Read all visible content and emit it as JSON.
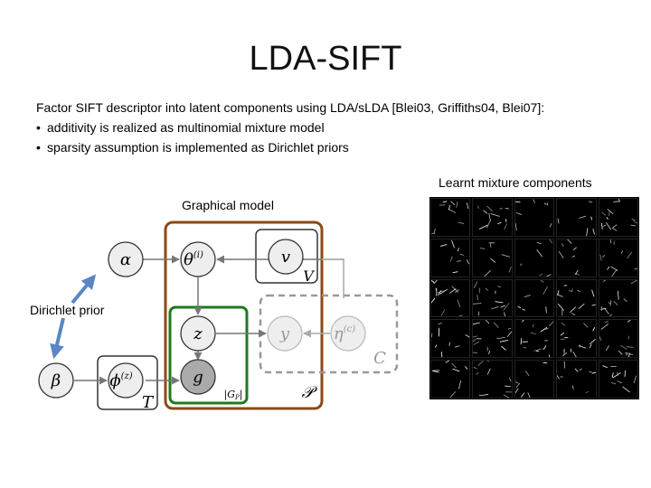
{
  "slide": {
    "title": "LDA-SIFT",
    "intro": "Factor SIFT descriptor into latent components using LDA/sLDA [Blei03, Griffiths04, Blei07]:",
    "bullets": [
      "additivity is realized as multinomial mixture model",
      "sparsity assumption is implemented as Dirichlet priors"
    ],
    "bullet_symbol": "•",
    "graphical_model_label": "Graphical model",
    "mixture_label": "Learnt mixture components",
    "dirichlet_label": "Dirichlet prior"
  },
  "model": {
    "nodes": {
      "alpha": "α",
      "theta": "θ",
      "theta_sup": "(i)",
      "v": "v",
      "z": "z",
      "y": "y",
      "eta": "η",
      "eta_sup": "(c)",
      "beta": "β",
      "phi": "ϕ",
      "phi_sup": "(z)",
      "g": "g"
    },
    "plates": {
      "V": "V",
      "C": "C",
      "T": "T",
      "P": "𝒫",
      "Gp": "|G",
      "Gp_sub": "P",
      "Gp_close": "|"
    }
  },
  "colors": {
    "brown_plate": "#8B4A14",
    "green_plate": "#1E7A1E",
    "arrow_blue": "#5B86C5",
    "node_fill": "#eeeeee",
    "latent_grey": "#aaaaaa"
  }
}
